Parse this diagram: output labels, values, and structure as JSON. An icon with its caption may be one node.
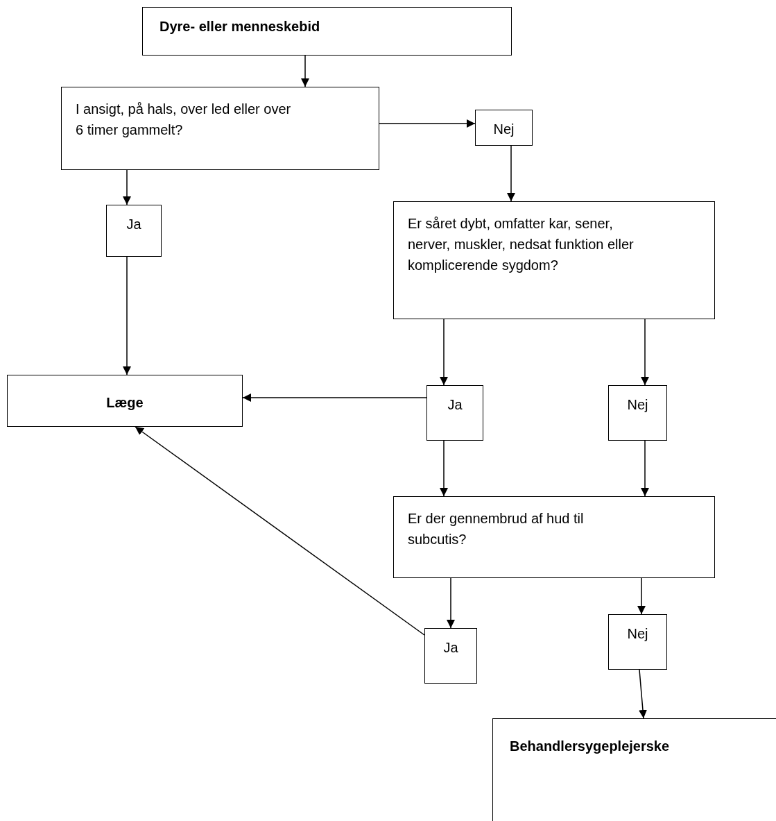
{
  "diagram": {
    "nodes": [
      {
        "text": [
          "Dyre- eller menneskebid"
        ]
      },
      {
        "text": [
          "I ansigt, på hals, over led eller over 6 timer gammelt?"
        ]
      },
      {
        "text": [
          "Nej"
        ]
      },
      {
        "text": [
          "Ja"
        ]
      },
      {
        "text": [
          "Er såret dybt, omfatter kar, sener, nerver, muskler, nedsat funktion eller komplicerende sygdom?"
        ]
      },
      {
        "text": [
          "Læge"
        ]
      },
      {
        "text": [
          "Ja"
        ]
      },
      {
        "text": [
          "Nej"
        ]
      },
      {
        "text": [
          "Er der gennembrud af hud til subcutis?"
        ]
      },
      {
        "text": [
          "Ja"
        ]
      },
      {
        "text": [
          "Nej"
        ]
      },
      {
        "text": [
          "Behandlersygeplejerske"
        ]
      }
    ],
    "edges": [
      {
        "from": 0,
        "to": 1,
        "arrow": "to"
      },
      {
        "from": 1,
        "to": 2,
        "arrow": "to"
      },
      {
        "from": 2,
        "to": 4,
        "arrow": "to"
      },
      {
        "from": 1,
        "to": 3,
        "arrow": "to"
      },
      {
        "from": 3,
        "to": 5,
        "arrow": "to"
      },
      {
        "from": 4,
        "to": 6,
        "arrow": "to"
      },
      {
        "from": 4,
        "to": 7,
        "arrow": "to"
      },
      {
        "from": 6,
        "to": 5,
        "arrow": "to"
      },
      {
        "from": 6,
        "to": 8,
        "arrow": "to"
      },
      {
        "from": 7,
        "to": 8,
        "arrow": "to"
      },
      {
        "from": 8,
        "to": 9,
        "arrow": "to"
      },
      {
        "from": 8,
        "to": 10,
        "arrow": "to"
      },
      {
        "from": 9,
        "to": 5,
        "arrow": "to"
      },
      {
        "from": 10,
        "to": 11,
        "arrow": "to"
      }
    ]
  }
}
